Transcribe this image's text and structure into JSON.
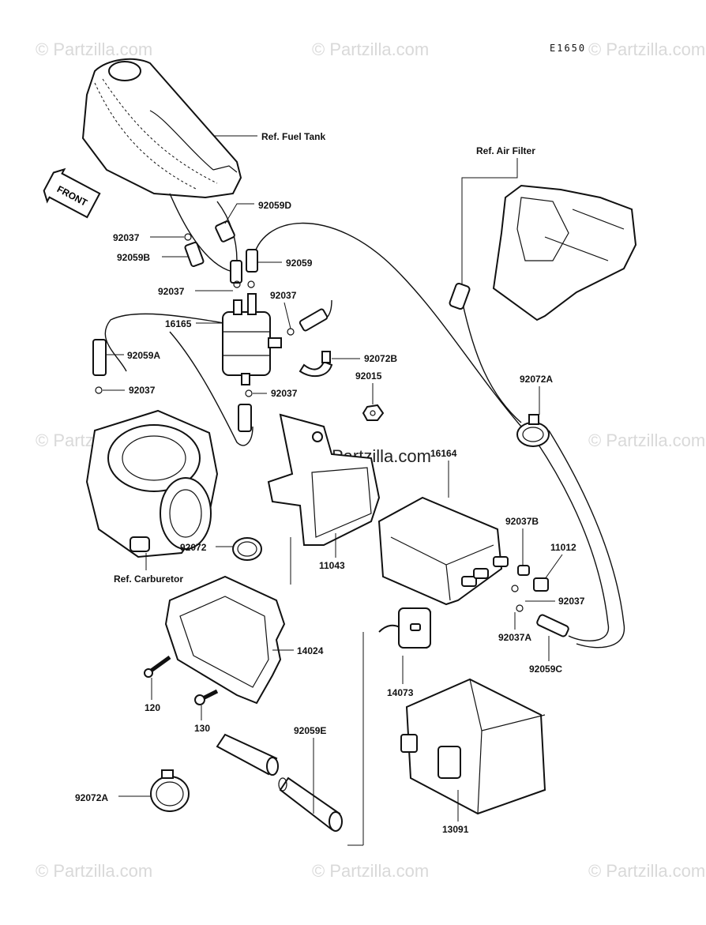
{
  "diagram_code": "E1650",
  "front_label": "FRONT",
  "watermarks": {
    "text": "© Partzilla.com",
    "mid_text": "Partzilla.com"
  },
  "labels": {
    "ref_fuel_tank": "Ref. Fuel Tank",
    "ref_air_filter": "Ref. Air Filter",
    "ref_carburetor": "Ref. Carburetor",
    "p92059D": "92059D",
    "p92037_a": "92037",
    "p92059B": "92059B",
    "p92059": "92059",
    "p92037_b": "92037",
    "p92037_c": "92037",
    "p16165": "16165",
    "p92059A": "92059A",
    "p92037_d": "92037",
    "p92037_e": "92037",
    "p92072B": "92072B",
    "p92015": "92015",
    "p92072A_top": "92072A",
    "p16164": "16164",
    "p92072": "92072",
    "p11043": "11043",
    "p92037B": "92037B",
    "p11012": "11012",
    "p92037_f": "92037",
    "p92037A": "92037A",
    "p92059C": "92059C",
    "p14024": "14024",
    "p14073": "14073",
    "p120": "120",
    "p130": "130",
    "p92059E": "92059E",
    "p92072A_bottom": "92072A",
    "p13091": "13091"
  }
}
